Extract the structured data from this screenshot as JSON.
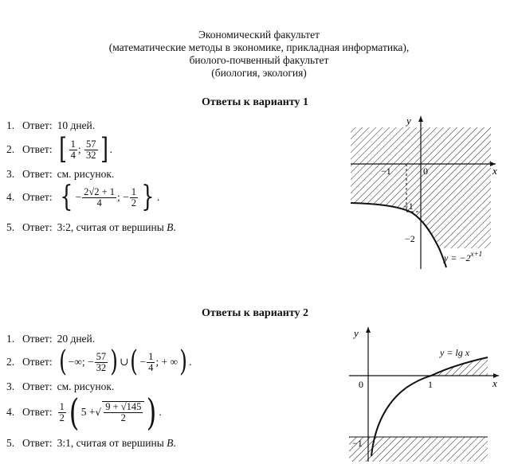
{
  "header": {
    "line1": "Экономический факультет",
    "line2": "(математические  методы в экономике, прикладная информатика),",
    "line3": "биолого-почвенный факультет",
    "line4": "(биология, экология)"
  },
  "variant1": {
    "title": "Ответы к варианту 1",
    "label": "Ответ:",
    "a1": "10 дней.",
    "a2": {
      "a_num": "1",
      "a_den": "4",
      "b_num": "57",
      "b_den": "32"
    },
    "a3": "см. рисунок.",
    "a4": {
      "num": "2√2 + 1",
      "den": "4",
      "frac2_num": "1",
      "frac2_den": "2"
    },
    "a5": "3:2, считая от вершины",
    "a5_point": "B",
    "graph": {
      "y_label": "y",
      "x_label": "x",
      "origin": "0",
      "tick_x": "−1",
      "tick_y1": "−1",
      "tick_y2": "−2",
      "curve_label": "y = −2",
      "curve_exp": "x+1"
    }
  },
  "variant2": {
    "title": "Ответы к варианту 2",
    "label": "Ответ:",
    "a1": "20 дней.",
    "a2": {
      "left": "−∞; −",
      "num1": "57",
      "den1": "32",
      "union": "∪",
      "num2": "1",
      "den2": "4",
      "right": "; + ∞"
    },
    "a3": "см. рисунок.",
    "a4": {
      "half_num": "1",
      "half_den": "2",
      "five": "5 +",
      "inner_num": "9 + √145",
      "inner_den": "2"
    },
    "a5": "3:1, считая от вершины",
    "a5_point": "B",
    "graph": {
      "y_label": "y",
      "x_label": "x",
      "origin": "0",
      "tick_x": "1",
      "tick_y": "−1",
      "curve_label": "y = lg x"
    }
  }
}
